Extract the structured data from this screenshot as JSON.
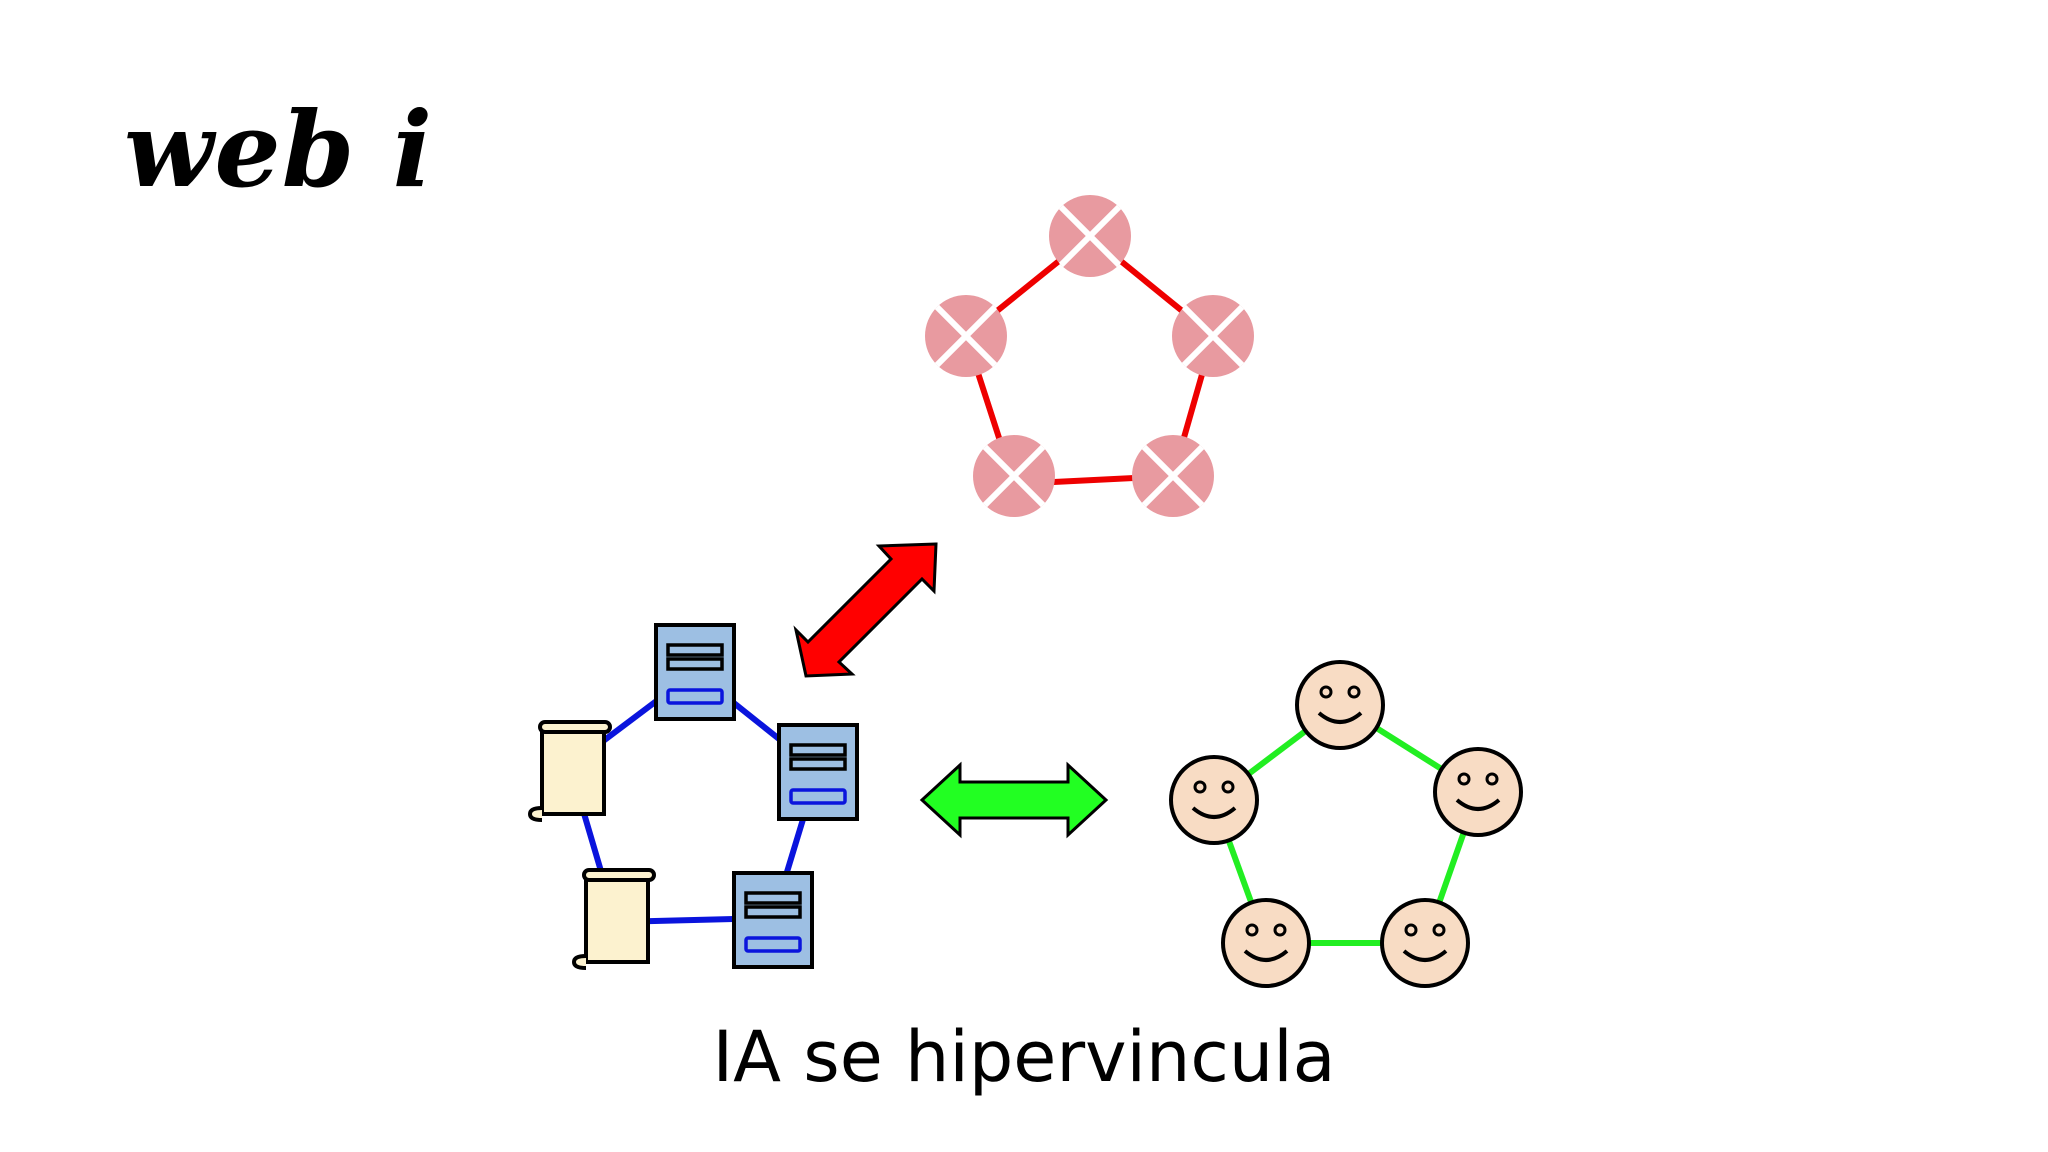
{
  "slide": {
    "title": "web i",
    "caption": "IA se hipervincula"
  },
  "networks": {
    "data_network": {
      "node_icon": "cross-circle-icon",
      "node_count": 5,
      "link_color": "#ee0000",
      "node_color": "#e89aa0"
    },
    "document_network": {
      "node_icons": [
        "document-icon",
        "document-icon",
        "document-icon",
        "scroll-icon",
        "scroll-icon"
      ],
      "node_count": 5,
      "link_color": "#0a14dd",
      "doc_color": "#9dbfe3",
      "scroll_color": "#fcf2cf"
    },
    "people_network": {
      "node_icon": "smiley-face-icon",
      "node_count": 5,
      "link_color": "#22ee22",
      "face_color": "#f8dcc4"
    }
  },
  "arrows": {
    "red": {
      "icon": "double-arrow-icon",
      "color": "#ff0000"
    },
    "green": {
      "icon": "double-arrow-icon",
      "color": "#22ff22"
    }
  }
}
